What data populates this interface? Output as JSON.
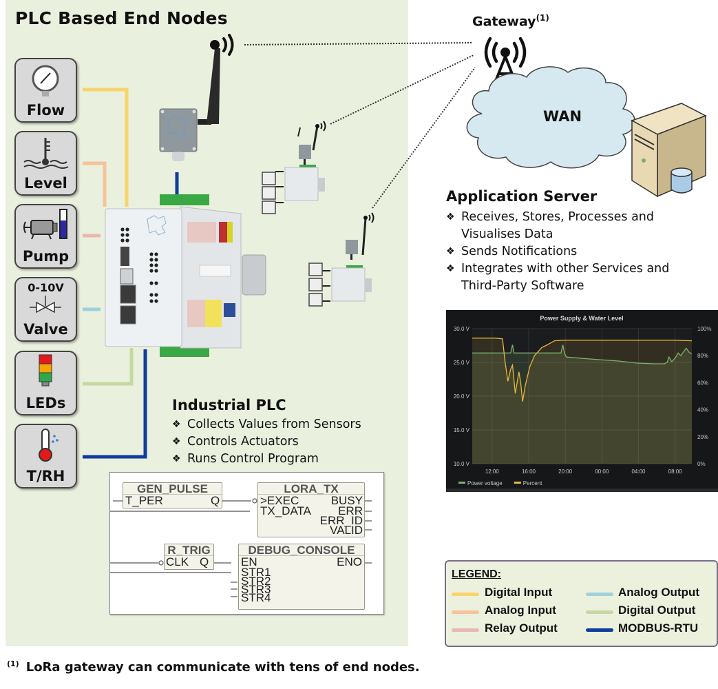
{
  "panel": {
    "title": "PLC Based End Nodes",
    "sensors": [
      {
        "label": "Flow",
        "icon": "pressure-gauge-icon",
        "wire": "digital_input"
      },
      {
        "label": "Level",
        "icon": "water-level-icon",
        "wire": "analog_input"
      },
      {
        "label": "Pump",
        "icon": "pump-icon",
        "wire": "relay_output"
      },
      {
        "label": "Valve",
        "sublabel": "0-10V",
        "icon": "valve-icon",
        "wire": "analog_output"
      },
      {
        "label": "LEDs",
        "icon": "signal-tower-icon",
        "wire": "digital_output"
      },
      {
        "label": "T/RH",
        "icon": "thermometer-humidity-icon",
        "wire": "modbus_rtu"
      }
    ],
    "plc": {
      "title": "Industrial PLC",
      "bullets": [
        "Collects Values from Sensors",
        "Controls Actuators",
        "Runs Control Program"
      ]
    },
    "fbd": {
      "blocks": [
        {
          "name": "GEN_PULSE",
          "inputs": [
            "T_PER"
          ],
          "outputs": [
            "Q"
          ]
        },
        {
          "name": "LORA_TX",
          "inputs": [
            ">EXEC",
            "TX_DATA"
          ],
          "outputs": [
            "BUSY",
            "ERR",
            "ERR_ID",
            "VALID"
          ]
        },
        {
          "name": "R_TRIG",
          "inputs": [
            "CLK"
          ],
          "outputs": [
            "Q"
          ]
        },
        {
          "name": "DEBUG_CONSOLE",
          "inputs": [
            "EN",
            "STR1",
            "STR2",
            "STR3",
            "STR4"
          ],
          "outputs": [
            "ENO"
          ]
        }
      ]
    }
  },
  "gateway": {
    "label": "Gateway",
    "footnote_ref": "(1)"
  },
  "wan": {
    "label": "WAN"
  },
  "server": {
    "title": "Application Server",
    "bullets": [
      "Receives, Stores, Processes and Visualises Data",
      "Sends Notifications",
      "Integrates with other Services and Third-Party Software"
    ]
  },
  "legend": {
    "title": "LEGEND:",
    "items": [
      {
        "key": "digital_input",
        "label": "Digital Input",
        "color": "#f8d46a"
      },
      {
        "key": "analog_input",
        "label": "Analog Input",
        "color": "#f6c39a"
      },
      {
        "key": "relay_output",
        "label": "Relay Output",
        "color": "#e8b8b2"
      },
      {
        "key": "analog_output",
        "label": "Analog Output",
        "color": "#9fd0dc"
      },
      {
        "key": "digital_output",
        "label": "Digital Output",
        "color": "#c4d9a0"
      },
      {
        "key": "modbus_rtu",
        "label": "MODBUS-RTU",
        "color": "#0f3d9a"
      }
    ]
  },
  "footnote": {
    "ref": "(1)",
    "text": "LoRa gateway can communicate with tens of end nodes."
  },
  "bullet_glyph": "❖",
  "chart_data": {
    "type": "line",
    "title": "Power Supply & Water Level",
    "x_unit": "hours since 09:50 (day 1)",
    "x_range": [
      0,
      24
    ],
    "x_ticks": [
      {
        "label": "12:00",
        "x": 2.17
      },
      {
        "label": "16:00",
        "x": 6.17
      },
      {
        "label": "20:00",
        "x": 10.17
      },
      {
        "label": "00:00",
        "x": 14.17
      },
      {
        "label": "04:00",
        "x": 18.17
      },
      {
        "label": "08:00",
        "x": 22.17
      }
    ],
    "y_left": {
      "label": "",
      "range": [
        10,
        30
      ],
      "ticks": [
        "10.0 V",
        "15.0 V",
        "20.0 V",
        "25.0 V",
        "30.0 V"
      ],
      "tick_values": [
        10,
        15,
        20,
        25,
        30
      ]
    },
    "y_right": {
      "label": "",
      "range": [
        0,
        100
      ],
      "ticks": [
        "0%",
        "20%",
        "40%",
        "60%",
        "80%",
        "100%"
      ],
      "tick_values": [
        0,
        20,
        40,
        60,
        80,
        100
      ]
    },
    "grid": true,
    "legend": "bottom-left",
    "series": [
      {
        "name": "Power voltage",
        "axis": "left",
        "color": "#7eb26d",
        "points": [
          [
            0,
            26.4
          ],
          [
            1,
            26.4
          ],
          [
            2,
            26.4
          ],
          [
            3,
            26.4
          ],
          [
            4.2,
            26.4
          ],
          [
            4.4,
            27.6
          ],
          [
            4.55,
            26.4
          ],
          [
            6,
            26.4
          ],
          [
            8,
            26.4
          ],
          [
            9.7,
            26.4
          ],
          [
            9.9,
            27.6
          ],
          [
            10.1,
            26.3
          ],
          [
            10.3,
            25.8
          ],
          [
            12,
            25.6
          ],
          [
            14,
            25.4
          ],
          [
            16,
            25.2
          ],
          [
            18,
            24.9
          ],
          [
            20,
            24.8
          ],
          [
            21,
            24.8
          ],
          [
            21.3,
            25.0
          ],
          [
            21.5,
            25.8
          ],
          [
            21.8,
            25.1
          ],
          [
            22.2,
            25.7
          ],
          [
            22.5,
            26.4
          ],
          [
            22.8,
            26.0
          ],
          [
            23.1,
            26.6
          ],
          [
            23.4,
            27.1
          ],
          [
            23.7,
            26.5
          ],
          [
            24,
            26.3
          ]
        ]
      },
      {
        "name": "Percent",
        "axis": "right",
        "color": "#eab839",
        "points": [
          [
            0,
            93
          ],
          [
            1,
            93
          ],
          [
            2,
            93
          ],
          [
            2.5,
            93
          ],
          [
            3.3,
            92.5
          ],
          [
            3.6,
            75
          ],
          [
            3.9,
            61
          ],
          [
            4.2,
            70
          ],
          [
            4.4,
            73
          ],
          [
            4.7,
            52
          ],
          [
            5.1,
            68
          ],
          [
            5.3,
            60
          ],
          [
            5.5,
            46
          ],
          [
            5.8,
            58
          ],
          [
            6.3,
            72
          ],
          [
            6.8,
            80
          ],
          [
            7.2,
            83
          ],
          [
            7.6,
            86
          ],
          [
            8.2,
            88
          ],
          [
            9,
            91
          ],
          [
            10,
            91.5
          ],
          [
            12,
            91.5
          ],
          [
            14,
            91.5
          ],
          [
            16,
            91.5
          ],
          [
            18,
            91.5
          ],
          [
            20,
            91.5
          ],
          [
            22,
            91.5
          ],
          [
            24,
            91
          ]
        ]
      }
    ]
  }
}
